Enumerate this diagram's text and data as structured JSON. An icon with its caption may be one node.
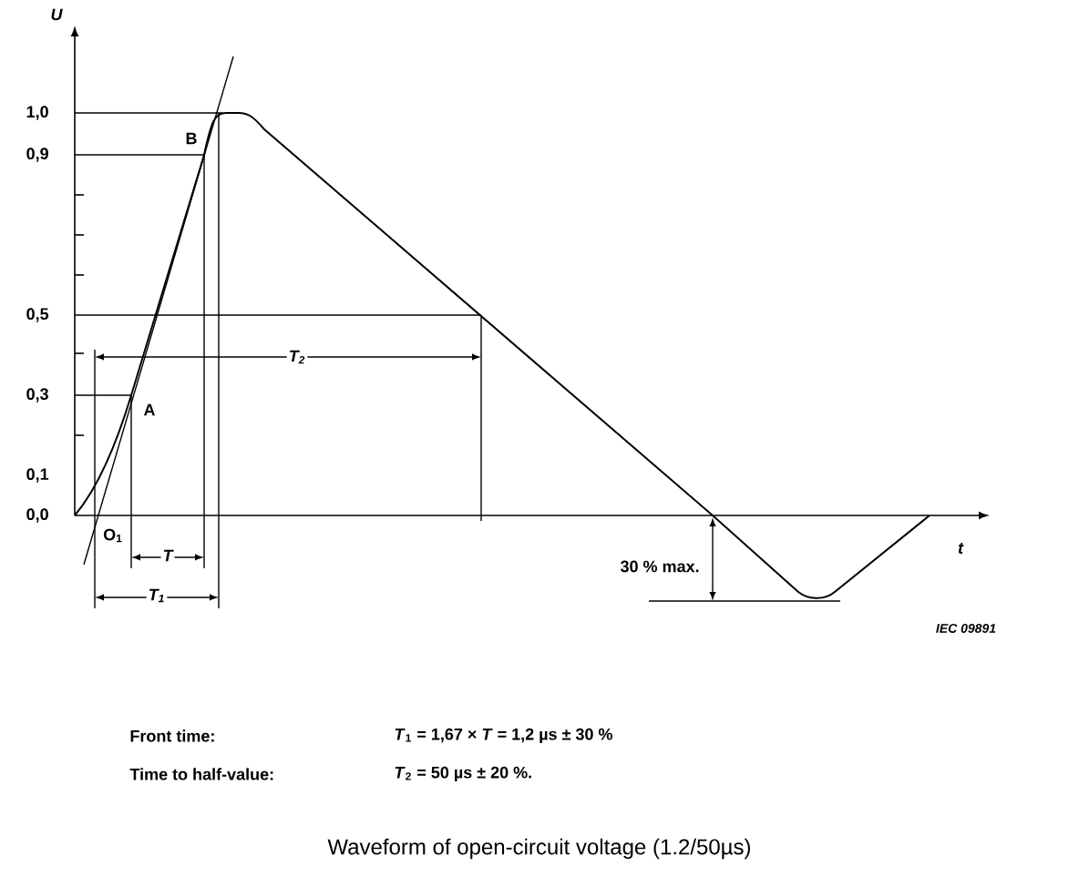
{
  "diagram": {
    "caption": "Waveform of open-circuit voltage (1.2/50µs)",
    "labels": [
      "U",
      "1,0",
      "0,9",
      "0,5",
      "0,3",
      "0,1",
      "0,0",
      "B",
      "A",
      "O$_{1}$",
      "T",
      "T$_{1}$",
      "T$_{2}$",
      "t",
      "30 % max.",
      "IEC 09891",
      "Front time:",
      "*T*$_{1}$ = 1,67 × *T* = 1,2 µs ± 30 %",
      "Time to half-value:",
      "*T*$_{2}$ = 50 µs ± 20 %."
    ]
  }
}
